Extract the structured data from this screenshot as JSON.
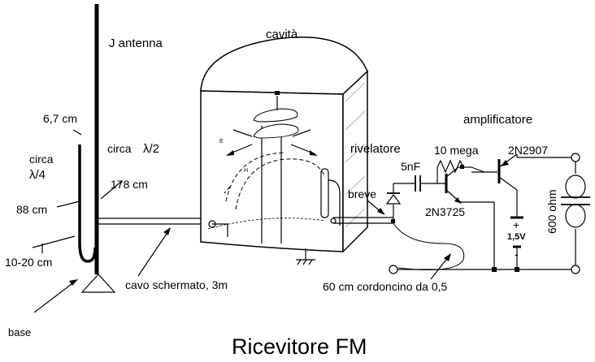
{
  "title": "Ricevitore FM",
  "labels": {
    "j_antenna": "J antenna",
    "cavity": "cavità",
    "amplifier": "amplificatore",
    "detector": "rivelatore",
    "width": "6,7 cm",
    "circa_top": "circa",
    "lambda_half": "λ/2",
    "circa_left": "circa",
    "lambda_quarter": "λ/4",
    "len_178": "178 cm",
    "len_88": "88 cm",
    "len_10_20": "10-20 cm",
    "base": "base",
    "cable": "cavo schermato, 3m",
    "short": "breve",
    "cord": "60 cm cordoncino da 0,5",
    "cap": "5nF",
    "resistor": "10 mega",
    "transistor_pnp": "2N2907",
    "transistor_npn": "2N3725",
    "battery": "1,5V",
    "plus": "+",
    "minus": "-",
    "impedance": "600 ohm",
    "field_e": "E",
    "field_h": "H"
  }
}
